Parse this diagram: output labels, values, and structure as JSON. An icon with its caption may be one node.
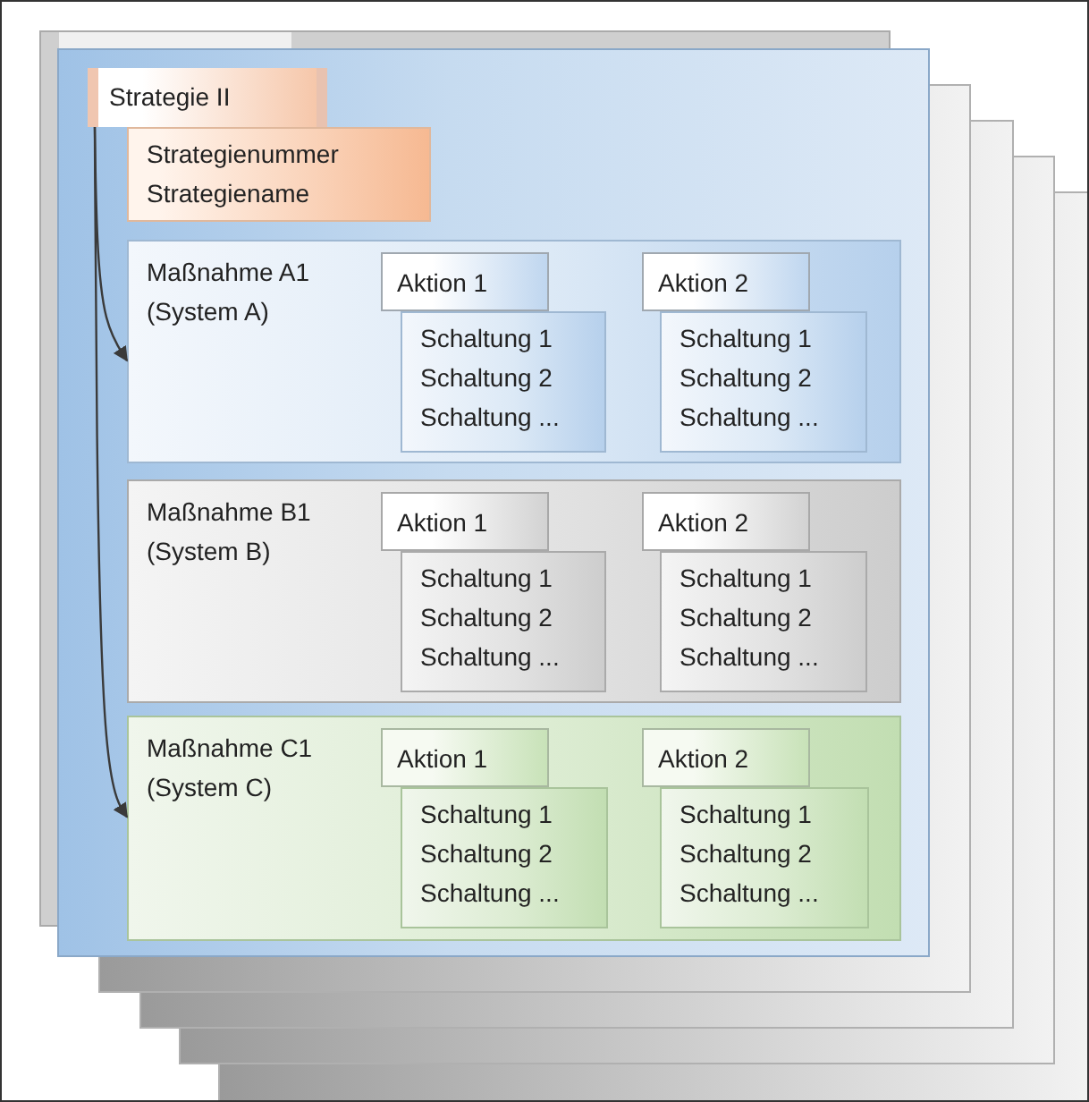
{
  "diagram": {
    "nodes": [
      {
        "text": [],
        "shape": "box"
      },
      {
        "text": [
          "Strategie II"
        ],
        "in": 0
      },
      {
        "text": [
          "Strategienummer",
          "Strategiename"
        ],
        "in": 0
      },
      {
        "text": [
          "Maßnahme A1",
          "(System A)"
        ],
        "in": 0
      },
      {
        "text": [
          "Aktion 1"
        ],
        "in": 3
      },
      {
        "text": [
          "Schaltung 1",
          "Schaltung 2",
          "Schaltung ..."
        ],
        "in": 3
      },
      {
        "text": [
          "Aktion 2"
        ],
        "in": 3
      },
      {
        "text": [
          "Schaltung 1",
          "Schaltung 2",
          "Schaltung ..."
        ],
        "in": 3
      },
      {
        "text": [
          "Maßnahme B1",
          "(System B)"
        ],
        "in": 0
      },
      {
        "text": [
          "Aktion 1"
        ],
        "in": 8
      },
      {
        "text": [
          "Schaltung 1",
          "Schaltung 2",
          "Schaltung ..."
        ],
        "in": 8
      },
      {
        "text": [
          "Aktion 2"
        ],
        "in": 8
      },
      {
        "text": [
          "Schaltung 1",
          "Schaltung 2",
          "Schaltung ..."
        ],
        "in": 8
      },
      {
        "text": [
          "Maßnahme C1",
          "(System C)"
        ],
        "in": 0
      },
      {
        "text": [
          "Aktion 1"
        ],
        "in": 13
      },
      {
        "text": [
          "Schaltung 1",
          "Schaltung 2",
          "Schaltung ..."
        ],
        "in": 13
      },
      {
        "text": [
          "Aktion 2"
        ],
        "in": 13
      },
      {
        "text": [
          "Schaltung 1",
          "Schaltung 2",
          "Schaltung ..."
        ],
        "in": 13
      }
    ],
    "edges": [
      {
        "from": 1,
        "to": 3,
        "arrow": "to"
      },
      {
        "from": 1,
        "to": 13,
        "arrow": "to"
      }
    ]
  }
}
